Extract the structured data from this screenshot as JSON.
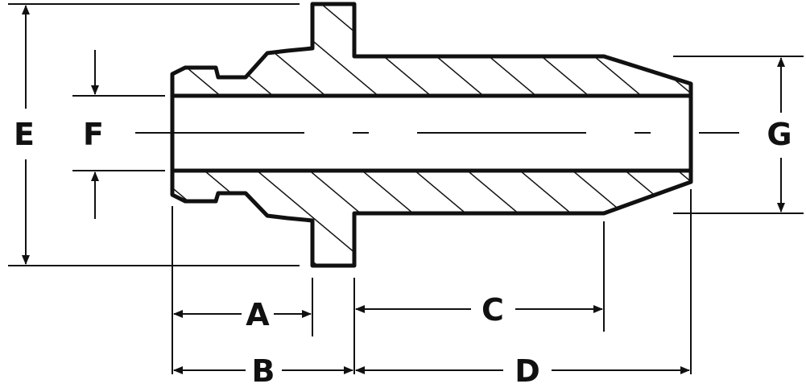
{
  "labels": {
    "e": "E",
    "f": "F",
    "g": "G",
    "a": "A",
    "b": "B",
    "c": "C",
    "d": "D"
  },
  "colors": {
    "stroke": "#111111",
    "background": "#ffffff"
  }
}
